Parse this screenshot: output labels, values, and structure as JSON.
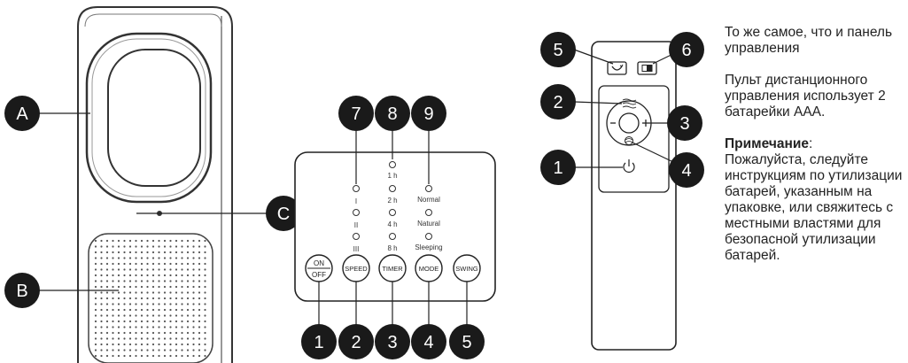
{
  "letters": {
    "a": "A",
    "b": "B",
    "c": "C"
  },
  "top_markers": [
    "7",
    "8",
    "9"
  ],
  "bottom_markers": [
    "1",
    "2",
    "3",
    "4",
    "5"
  ],
  "indicators": {
    "speed": [
      "I",
      "II",
      "III"
    ],
    "timer": [
      "1 h",
      "2 h",
      "4 h",
      "8 h"
    ],
    "mode": [
      "Normal",
      "Natural",
      "Sleeping"
    ]
  },
  "buttons": {
    "on": "ON",
    "off": "OFF",
    "speed": "SPEED",
    "timer": "TIMER",
    "mode": "MODE",
    "swing": "SWING"
  },
  "remote_markers": {
    "m5": "5",
    "m6": "6",
    "m2": "2",
    "m3": "3",
    "m1": "1",
    "m4": "4"
  },
  "notes": {
    "same_as_panel": "То же самое, что и панель управления",
    "batteries": "Пульт дистанционного управления использует 2 батарейки AAA.",
    "note_title": "Примечание",
    "note_colon": ":",
    "note_text": "Пожалуйста, следуйте инструкциям по утилизации батарей, указанным на упаковке, или свяжитесь с местными властями для безопасной утилизации батарей."
  }
}
